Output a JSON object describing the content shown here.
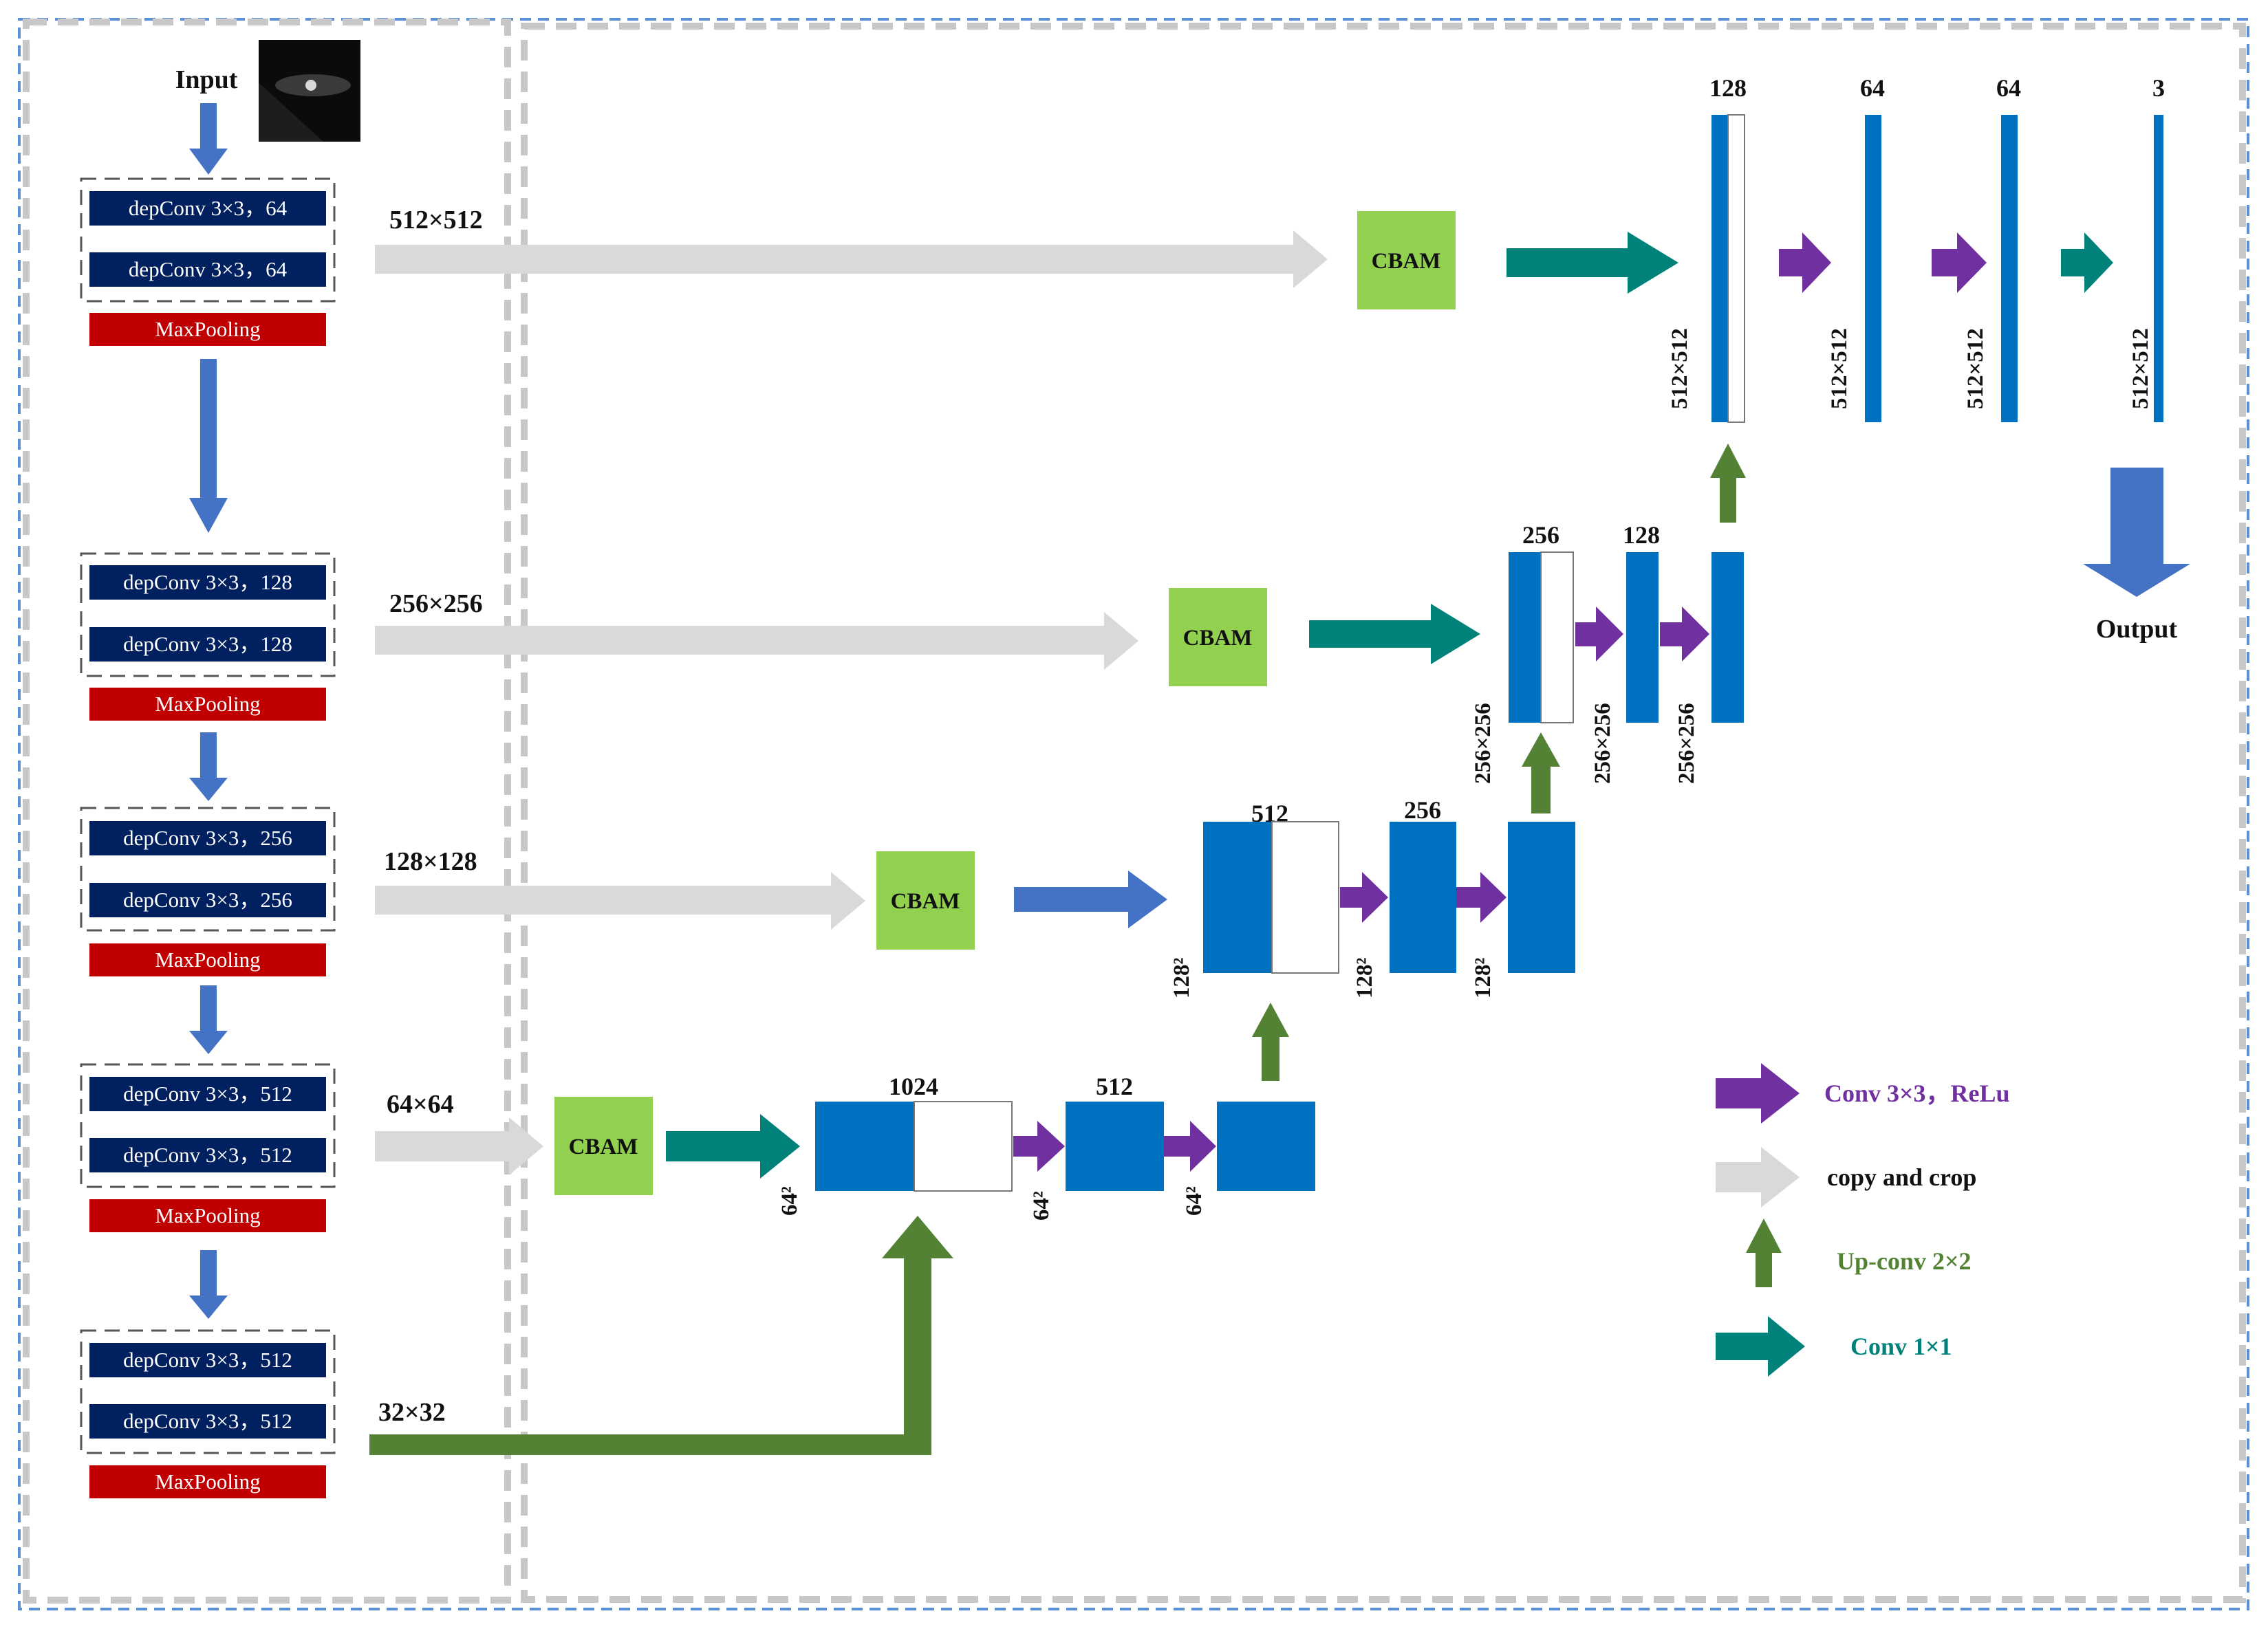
{
  "colors": {
    "navy": "#002060",
    "maxpool_red": "#c00000",
    "block_blue": "#0070c0",
    "cbam_green": "#92d050",
    "encoder_arrow": "#4472c4",
    "copy_crop_gray": "#d9d9d9",
    "upconv_green": "#548235",
    "conv1x1_teal": "#00827a",
    "conv3x3_purple": "#7030a0",
    "output_arrow": "#4472c4"
  },
  "input": {
    "label": "Input",
    "image": "dark-input-thumbnail"
  },
  "encoder": {
    "blocks": [
      {
        "convs": [
          "depConv 3×3，64",
          "depConv 3×3，64"
        ],
        "pool": "MaxPooling",
        "skip_size": "512×512"
      },
      {
        "convs": [
          "depConv 3×3，128",
          "depConv 3×3，128"
        ],
        "pool": "MaxPooling",
        "skip_size": "256×256"
      },
      {
        "convs": [
          "depConv 3×3，256",
          "depConv 3×3，256"
        ],
        "pool": "MaxPooling",
        "skip_size": "128×128"
      },
      {
        "convs": [
          "depConv 3×3，512",
          "depConv 3×3，512"
        ],
        "pool": "MaxPooling",
        "skip_size": "64×64"
      },
      {
        "convs": [
          "depConv 3×3，512",
          "depConv 3×3，512"
        ],
        "pool": "MaxPooling",
        "skip_size": "32×32"
      }
    ]
  },
  "cbam_label": "CBAM",
  "decoder": {
    "level64": {
      "channels": [
        "1024",
        "512"
      ],
      "sizes": [
        "64²",
        "64²",
        "64²"
      ]
    },
    "level128": {
      "channels": [
        "512",
        "256"
      ],
      "sizes": [
        "128²",
        "128²",
        "128²"
      ]
    },
    "level256": {
      "channels": [
        "256",
        "128"
      ],
      "sizes": [
        "256×256",
        "256×256",
        "256×256"
      ]
    },
    "level512": {
      "channels": [
        "128",
        "64",
        "64",
        "3"
      ],
      "sizes": [
        "512×512",
        "512×512",
        "512×512",
        "512×512"
      ]
    }
  },
  "output_label": "Output",
  "legend": {
    "conv3x3": "Conv 3×3，ReLu",
    "copy_crop": "copy and crop",
    "upconv": "Up-conv 2×2",
    "conv1x1": "Conv 1×1"
  }
}
